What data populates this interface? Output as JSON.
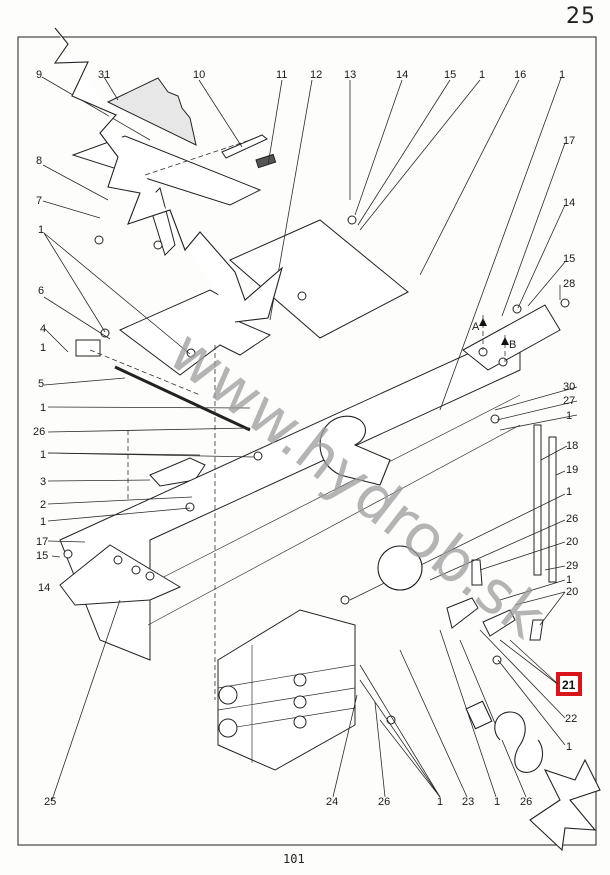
{
  "page": {
    "page_number_top": "25",
    "page_number_bottom": "101"
  },
  "watermark": {
    "text": "www.hydrob.sk",
    "outline_letters": [
      "www",
      "hy",
      "d",
      "s",
      "k"
    ],
    "color": "#9c9c9c"
  },
  "highlight": {
    "label": "21",
    "color": "#d9141b"
  },
  "callouts": [
    {
      "id": "c9",
      "label": "9"
    },
    {
      "id": "c31",
      "label": "31"
    },
    {
      "id": "c10",
      "label": "10"
    },
    {
      "id": "c11",
      "label": "11"
    },
    {
      "id": "c12",
      "label": "12"
    },
    {
      "id": "c13",
      "label": "13"
    },
    {
      "id": "c14a",
      "label": "14"
    },
    {
      "id": "c15a",
      "label": "15"
    },
    {
      "id": "c1a",
      "label": "1"
    },
    {
      "id": "c16",
      "label": "16"
    },
    {
      "id": "c1b",
      "label": "1"
    },
    {
      "id": "c8",
      "label": "8"
    },
    {
      "id": "c7",
      "label": "7"
    },
    {
      "id": "c1c",
      "label": "1"
    },
    {
      "id": "c17a",
      "label": "17"
    },
    {
      "id": "c14b",
      "label": "14"
    },
    {
      "id": "c15b",
      "label": "15"
    },
    {
      "id": "c28",
      "label": "28"
    },
    {
      "id": "c6",
      "label": "6"
    },
    {
      "id": "c4",
      "label": "4"
    },
    {
      "id": "c1d",
      "label": "1"
    },
    {
      "id": "c5",
      "label": "5"
    },
    {
      "id": "c1e",
      "label": "1"
    },
    {
      "id": "c26a",
      "label": "26"
    },
    {
      "id": "c1f",
      "label": "1"
    },
    {
      "id": "c3",
      "label": "3"
    },
    {
      "id": "c2",
      "label": "2"
    },
    {
      "id": "c1g",
      "label": "1"
    },
    {
      "id": "c17b",
      "label": "17"
    },
    {
      "id": "c15c",
      "label": "15"
    },
    {
      "id": "c14c",
      "label": "14"
    },
    {
      "id": "c30",
      "label": "30"
    },
    {
      "id": "c27",
      "label": "27"
    },
    {
      "id": "c1h",
      "label": "1"
    },
    {
      "id": "c18",
      "label": "18"
    },
    {
      "id": "c19",
      "label": "19"
    },
    {
      "id": "c1i",
      "label": "1"
    },
    {
      "id": "c26b",
      "label": "26"
    },
    {
      "id": "c20a",
      "label": "20"
    },
    {
      "id": "c29",
      "label": "29"
    },
    {
      "id": "c1j",
      "label": "1"
    },
    {
      "id": "c20b",
      "label": "20"
    },
    {
      "id": "c22",
      "label": "22"
    },
    {
      "id": "c1k",
      "label": "1"
    },
    {
      "id": "c25",
      "label": "25"
    },
    {
      "id": "c24",
      "label": "24"
    },
    {
      "id": "c26c",
      "label": "26"
    },
    {
      "id": "c1l",
      "label": "1"
    },
    {
      "id": "c23",
      "label": "23"
    },
    {
      "id": "c1m",
      "label": "1"
    },
    {
      "id": "c26d",
      "label": "26"
    }
  ],
  "arrows": [
    {
      "id": "arrow-a",
      "label": "A"
    },
    {
      "id": "arrow-b",
      "label": "B"
    }
  ]
}
